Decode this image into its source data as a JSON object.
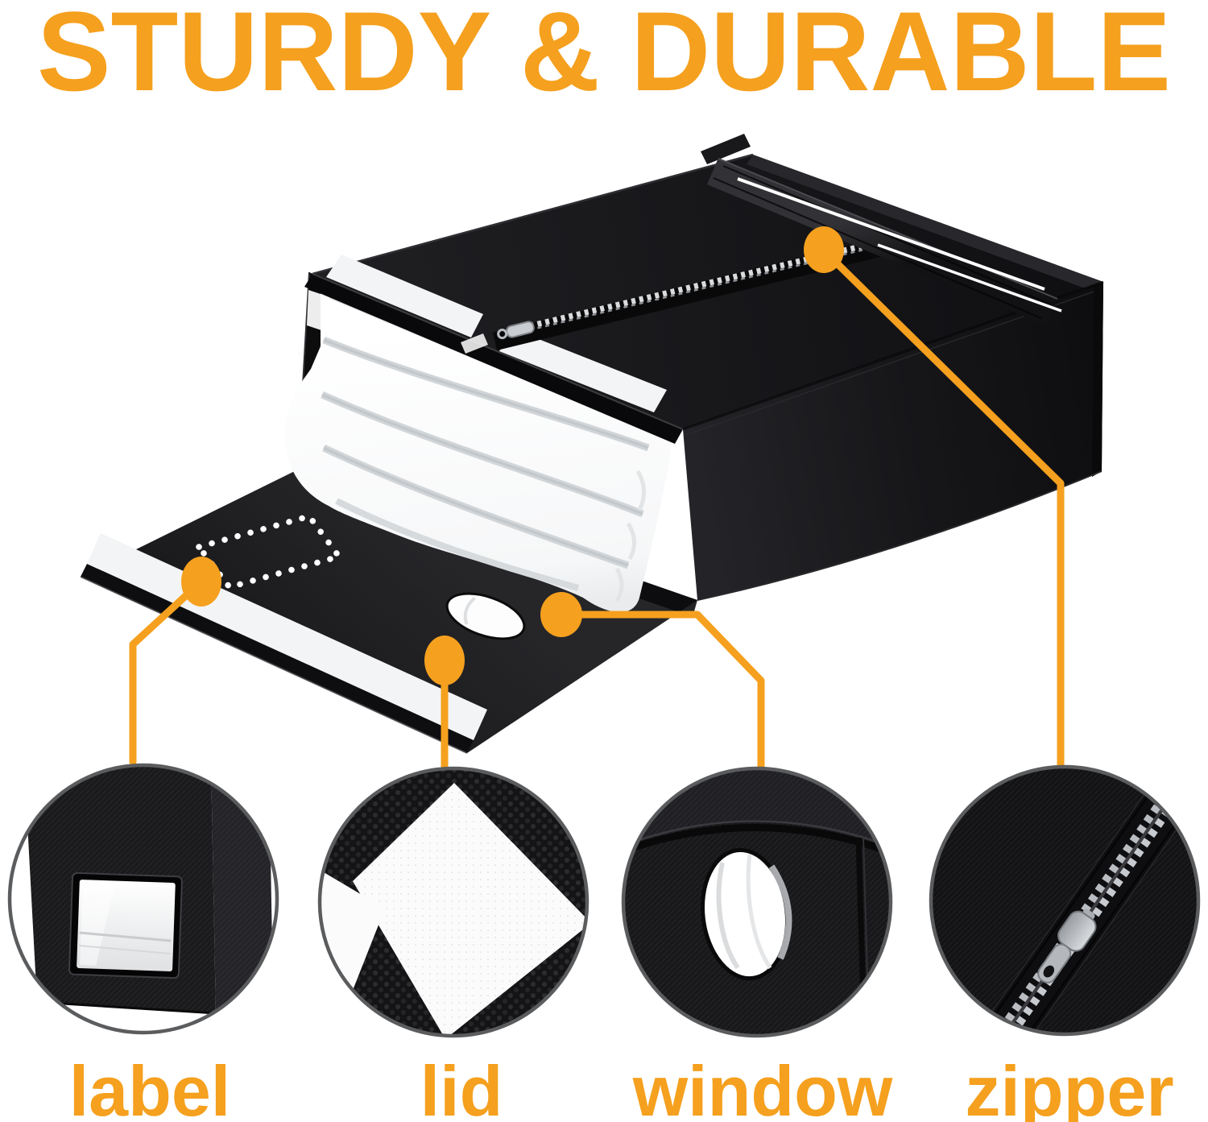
{
  "headline": "STURDY & DURABLE",
  "features": [
    {
      "id": "label",
      "label": "label",
      "icon": "label-pocket-icon"
    },
    {
      "id": "lid",
      "label": "lid",
      "icon": "lid-fabric-icon"
    },
    {
      "id": "window",
      "label": "window",
      "icon": "window-hole-icon"
    },
    {
      "id": "zipper",
      "label": "zipper",
      "icon": "zipper-icon"
    }
  ],
  "colors": {
    "accent_orange": "#F5A01E",
    "fabric_black": "#17171A",
    "bedding_white": "#FFFFFF",
    "circle_border_gray": "#5B5C5E",
    "zipper_silver": "#C7CACE"
  }
}
